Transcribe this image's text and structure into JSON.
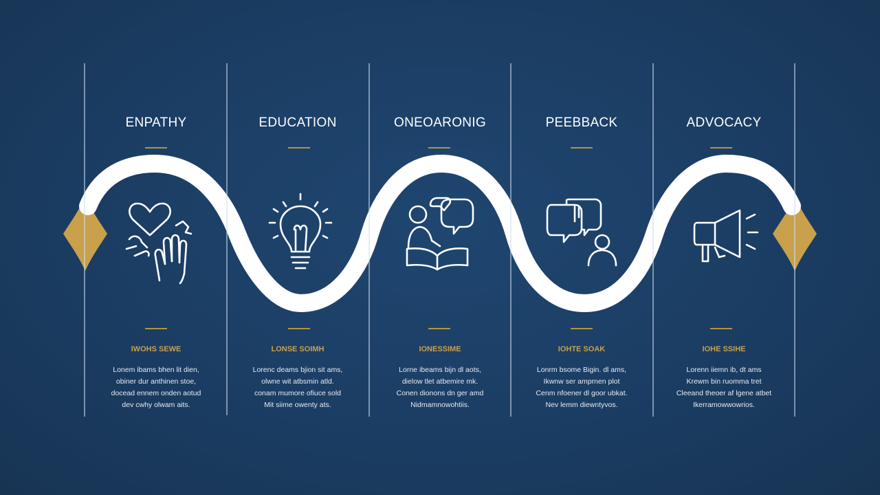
{
  "colors": {
    "background": "#1b3d63",
    "path": "#ffffff",
    "accent_gold": "#c9a04c",
    "divider": "#cddef0"
  },
  "stages": [
    {
      "title": "ENPATHY",
      "icon": "heart-hand-icon",
      "subtitle": "IWOHS SEWE",
      "body": [
        "Lonem ibams bhen lit dien,",
        "obiner dur anthinen stoe,",
        "docead ennem onden aotud",
        "dev cwhy olwam aits."
      ]
    },
    {
      "title": "EDUCATION",
      "icon": "lightbulb-icon",
      "subtitle": "LONSE SOIMH",
      "body": [
        "Lorenc deams bjion sit ams,",
        "olwne wit atbsmin atld.",
        "conam mumore ofiuce sold",
        "Mit siime owenty ats."
      ]
    },
    {
      "title": "ONEOARONIG",
      "icon": "reading-chat-icon",
      "subtitle": "IONESSIME",
      "body": [
        "Lorne ibeams bijn dl aots,",
        "dielow tlet atbemire mk.",
        "Conen dionons dn ger amd",
        "Nidmamnowohtiis."
      ]
    },
    {
      "title": "PEEBBACK",
      "icon": "feedback-person-icon",
      "subtitle": "IOHTE SOAK",
      "body": [
        "Lonrm bsome Bigin. dl ams,",
        "Ikwnw ser amprnen plot",
        "Cenm nfoener dl goor ubkat.",
        "Nev lemm diewntyvos."
      ]
    },
    {
      "title": "ADVOCACY",
      "icon": "megaphone-icon",
      "subtitle": "IOHE SSIHE",
      "body": [
        "Lorenn iiemn ib, dt ams",
        "Krewm bin ruomma tret",
        "Cleeand theoer af lgene atbet",
        "Ikerramowwowrios."
      ]
    }
  ]
}
